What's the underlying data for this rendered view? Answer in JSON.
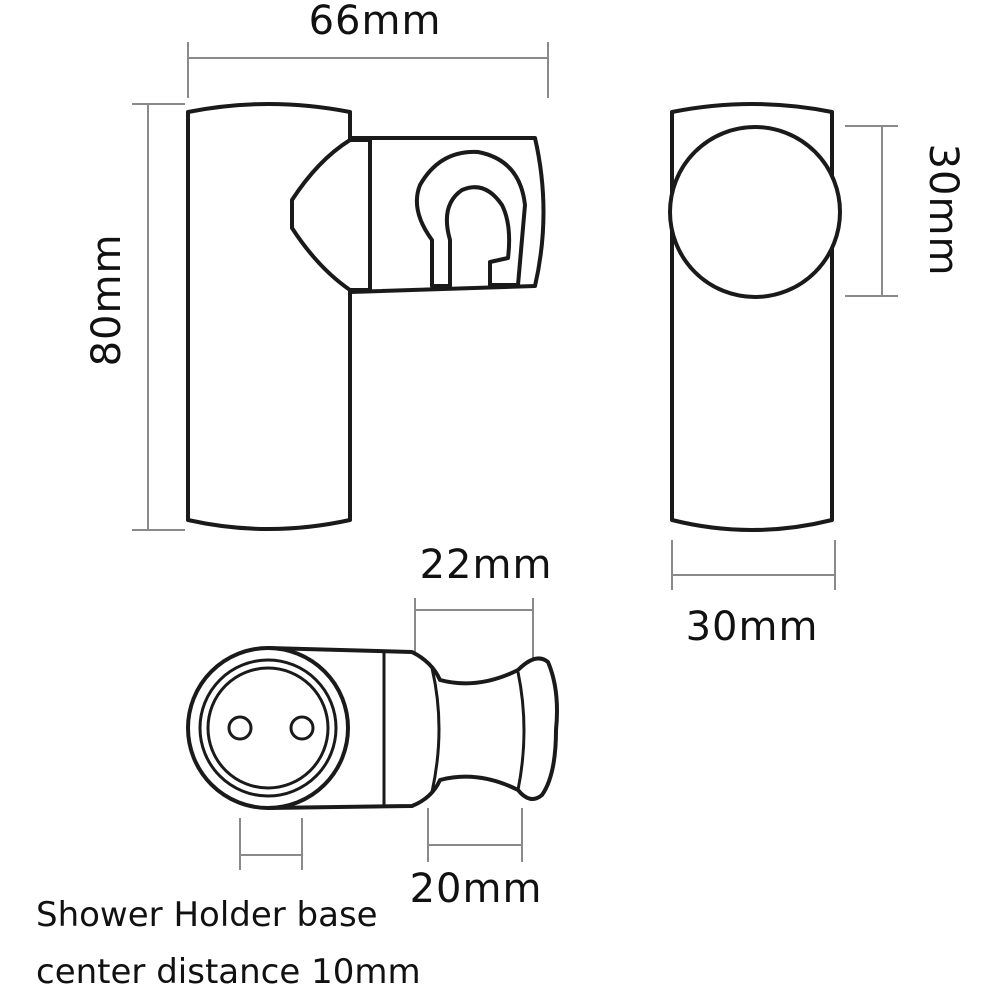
{
  "labels": {
    "width_total": "66mm",
    "height_total": "80mm",
    "knob_diameter": "30mm",
    "body_width": "30mm",
    "cradle_width": "22mm",
    "neck_width": "20mm"
  },
  "caption": {
    "line1": "Shower Holder base",
    "line2": "center distance 10mm"
  }
}
